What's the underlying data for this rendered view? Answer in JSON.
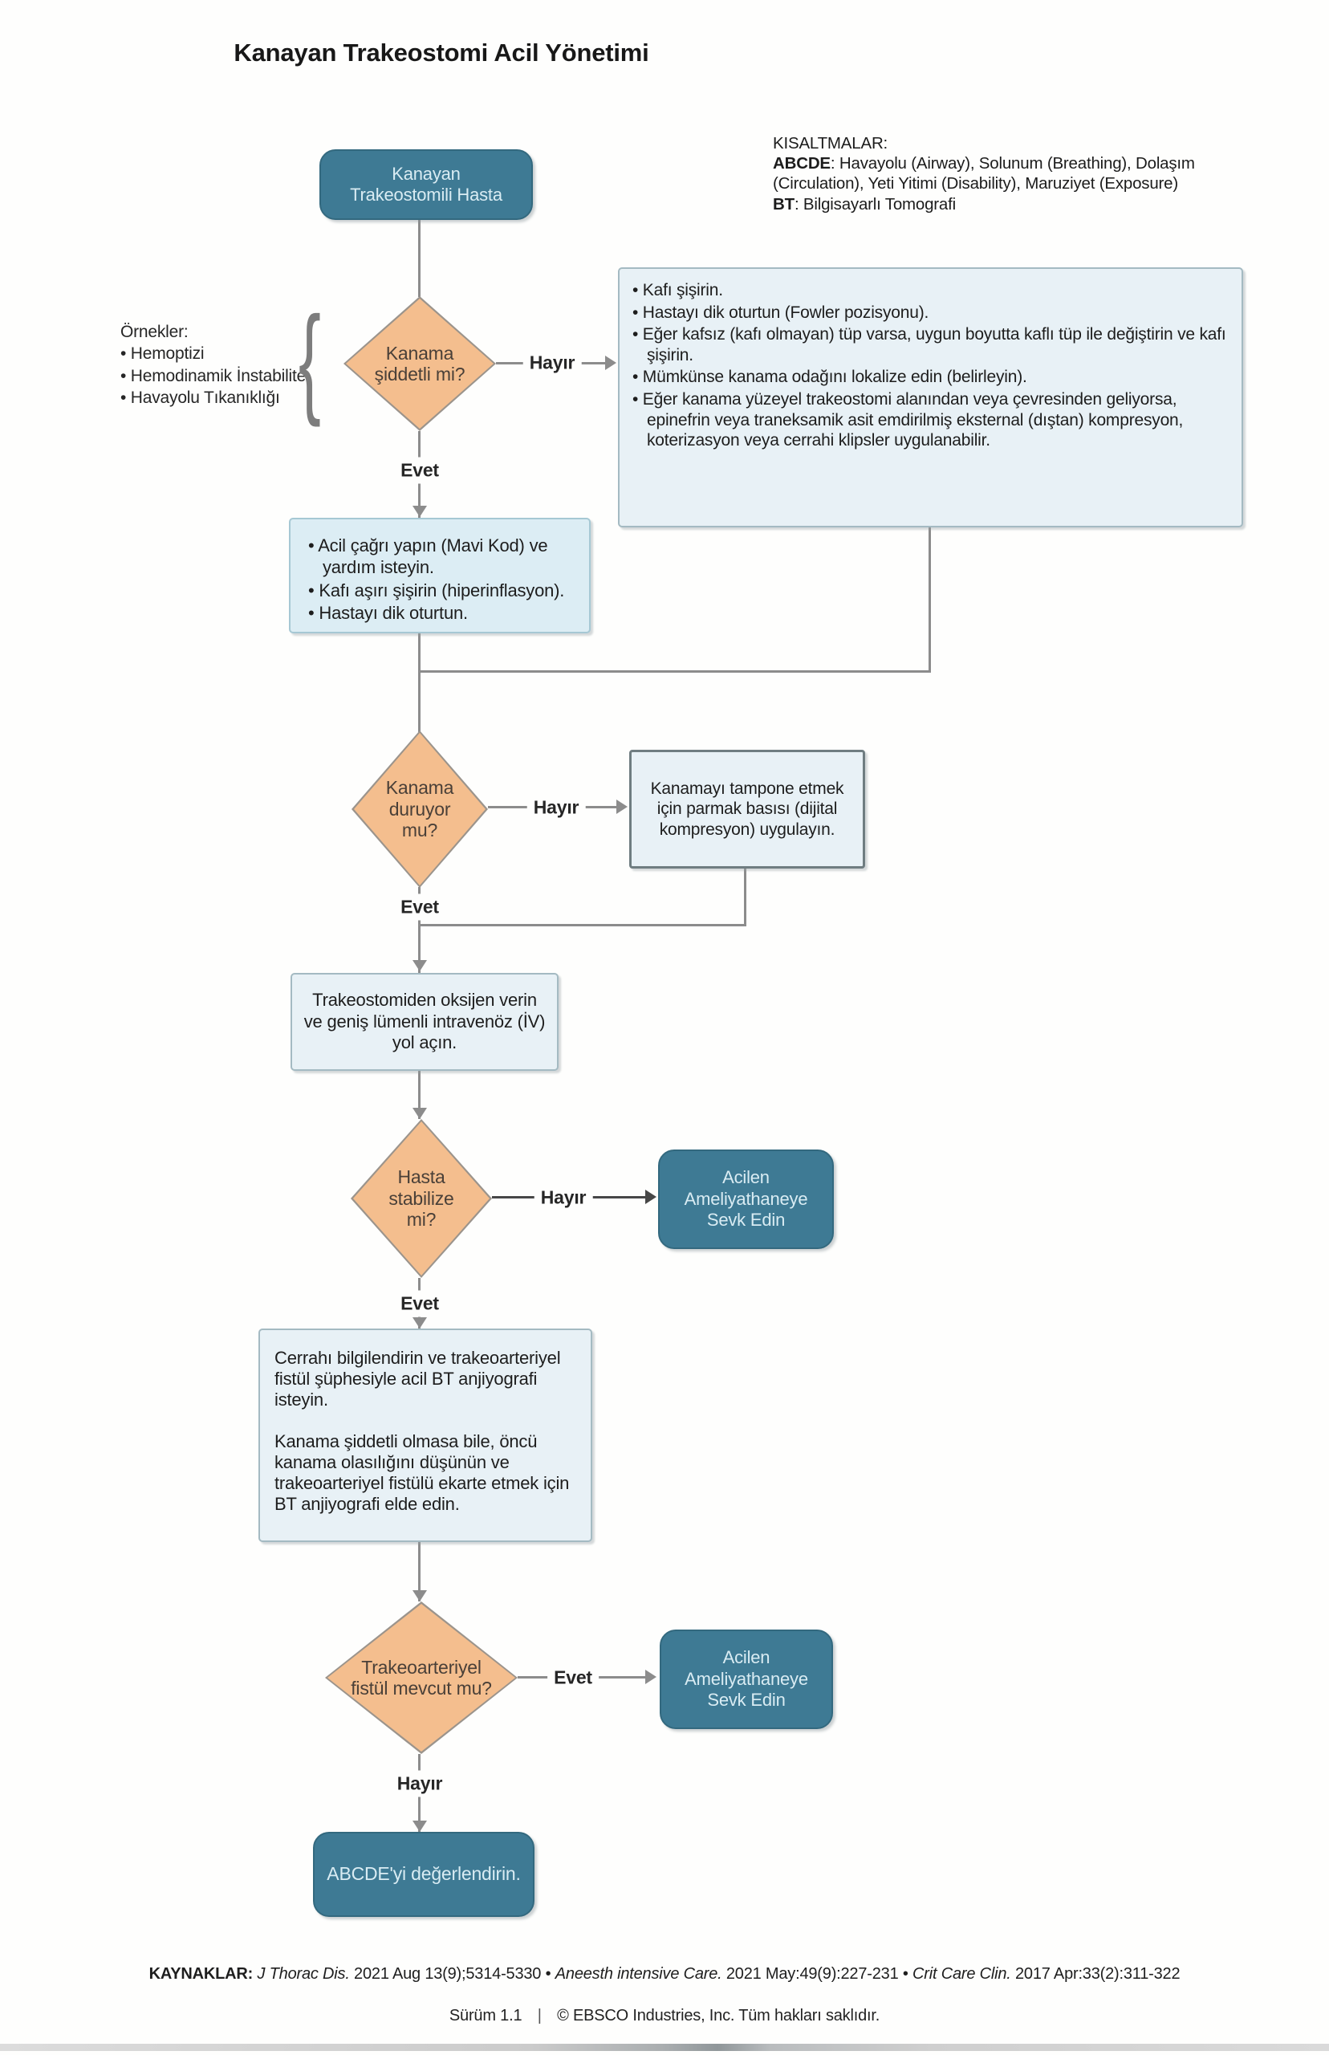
{
  "title": "Kanayan Trakeostomi Acil Yönetimi",
  "abbreviations": {
    "heading": "KISALTMALAR:",
    "abcde_term": "ABCDE",
    "abcde_def": ": Havayolu (Airway), Solunum (Breathing), Dolaşım (Circulation), Yeti Yitimi (Disability), Maruziyet (Exposure)",
    "bt_term": "BT",
    "bt_def": ": Bilgisayarlı Tomografi"
  },
  "examples": {
    "heading": "Örnekler:",
    "brace": "{",
    "items": [
      "Hemoptizi",
      "Hemodinamik İnstabilite",
      "Havayolu Tıkanıklığı"
    ]
  },
  "edge_labels": {
    "yes": "Evet",
    "no": "Hayır"
  },
  "flow": {
    "start_label": "Kanayan Trakeostomili Hasta",
    "decision_severe": "Kanama şiddetli mi?",
    "airway_box_items": [
      "Kafı şişirin.",
      "Hastayı dik oturtun (Fowler pozisyonu).",
      "Eğer kafsız (kafı olmayan) tüp varsa, uygun boyutta kaflı tüp ile değiştirin ve kafı şişirin.",
      "Mümkünse kanama odağını lokalize edin (belirleyin).",
      "Eğer kanama yüzeyel trakeostomi alanından veya çevresinden geliyorsa, epinefrin veya traneksamik asit emdirilmiş eksternal (dıştan) kompresyon, koterizasyon veya cerrahi klipsler uygulanabilir."
    ],
    "emergency_box_items": [
      "Acil çağrı yapın (Mavi Kod) ve yardım isteyin.",
      "Kafı aşırı şişirin (hiperinflasyon).",
      "Hastayı dik oturtun."
    ],
    "decision_stopped": "Kanama duruyor mu?",
    "compression_box": "Kanamayı tampone etmek için parmak basısı (dijital kompresyon) uygulayın.",
    "oxygen_box": "Trakeostomiden oksijen verin ve geniş lümenli intravenöz (İV) yol açın.",
    "decision_stable": "Hasta stabilize mi?",
    "refer_or_label": "Acilen Ameliyathaneye Sevk Edin",
    "surgeon_box_p1": "Cerrahı bilgilendirin ve trakeoarteriyel fistül şüphesiyle acil BT anjiyografi isteyin.",
    "surgeon_box_p2": "Kanama şiddetli olmasa bile, öncü kanama olasılığını düşünün ve trakeoarteriyel fistülü ekarte etmek için BT anjiyografi elde edin.",
    "decision_fistula": "Trakeoarteriyel fistül mevcut mu?",
    "end_label": "ABCDE'yi değerlendirin."
  },
  "footer": {
    "sources_label": "KAYNAKLAR:",
    "source1_journal": "J Thorac Dis.",
    "source1_rest": " 2021 Aug 13(9);5314-5330 ",
    "separator": "•",
    "source2_journal": " Aneesth intensive Care.",
    "source2_rest": " 2021 May:49(9):227-231 ",
    "source3_journal": " Crit Care Clin.",
    "source3_rest": " 2017 Apr:33(2):311-322",
    "version": "Sürüm 1.1",
    "divider": "|",
    "copyright": "© EBSCO Industries, Inc. Tüm hakları saklıdır."
  },
  "colors": {
    "teal_node": "#3E7A94",
    "teal_node_text": "#D9ECF3",
    "orange_diamond": "#F4BE8E",
    "info_box_bg": "#E8F1F6",
    "connector_line": "#8C8C8C"
  }
}
